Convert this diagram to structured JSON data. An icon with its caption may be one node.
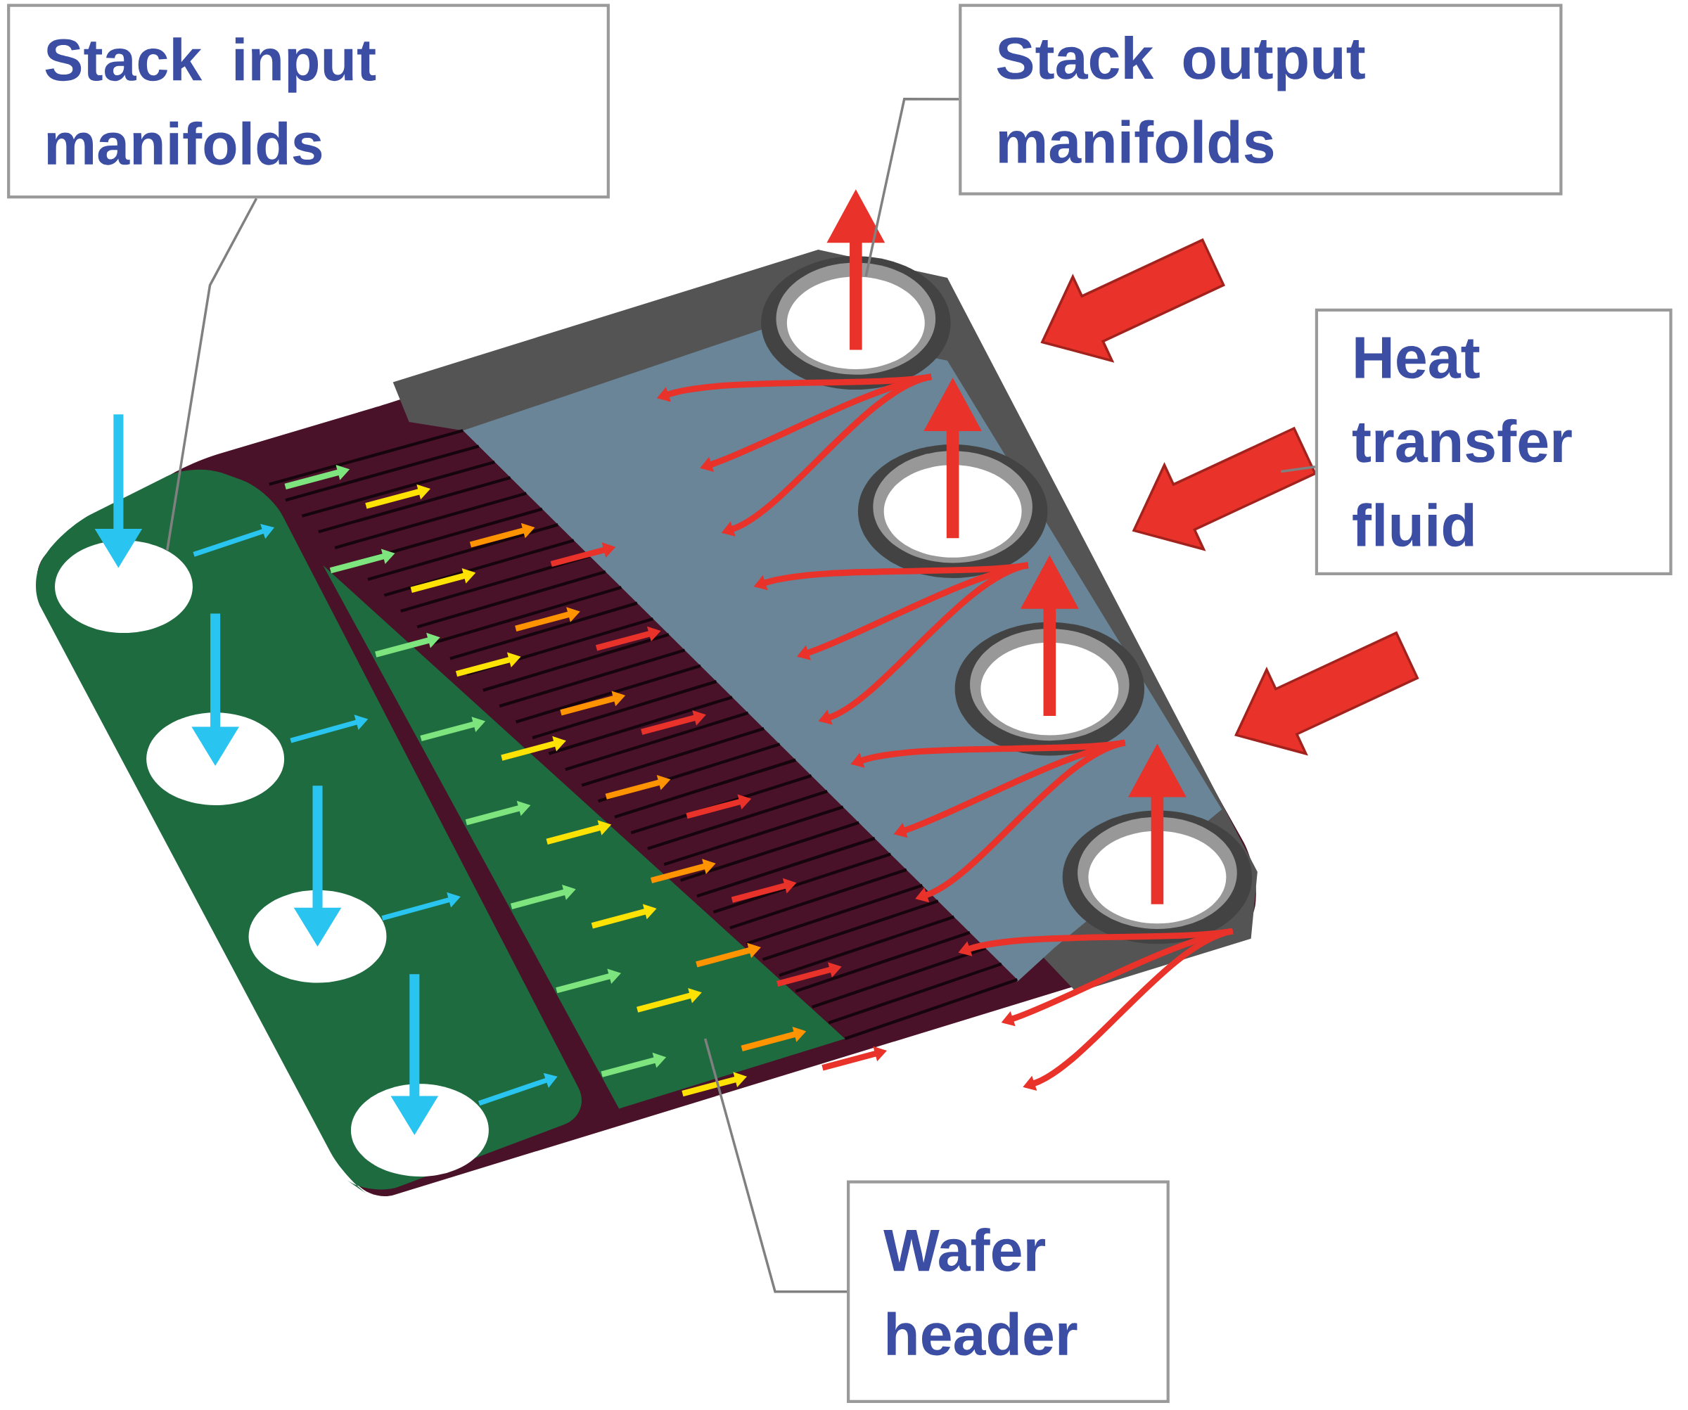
{
  "diagram": {
    "nodes": [
      {
        "text": [
          "Stack input manifolds"
        ]
      },
      {
        "text": [
          "Stack output manifolds"
        ]
      },
      {
        "text": [
          "Heat transfer fluid"
        ]
      },
      {
        "text": [
          "Wafer header"
        ]
      },
      {
        "text": [],
        "shape": "circle"
      },
      {
        "text": [],
        "shape": "circle"
      },
      {
        "text": [],
        "shape": "circle"
      },
      {
        "text": [],
        "shape": "circle"
      },
      {
        "text": [],
        "shape": "circle"
      },
      {
        "text": [],
        "shape": "circle"
      },
      {
        "text": [],
        "shape": "circle"
      },
      {
        "text": [],
        "shape": "circle"
      }
    ],
    "edges": [
      {
        "from": 0,
        "to": 4,
        "arrow": "none"
      },
      {
        "from": 1,
        "to": 8,
        "arrow": "none"
      },
      {
        "from": 2,
        "to": null,
        "arrow": "none"
      },
      {
        "from": 3,
        "to": null,
        "arrow": "none"
      }
    ]
  }
}
